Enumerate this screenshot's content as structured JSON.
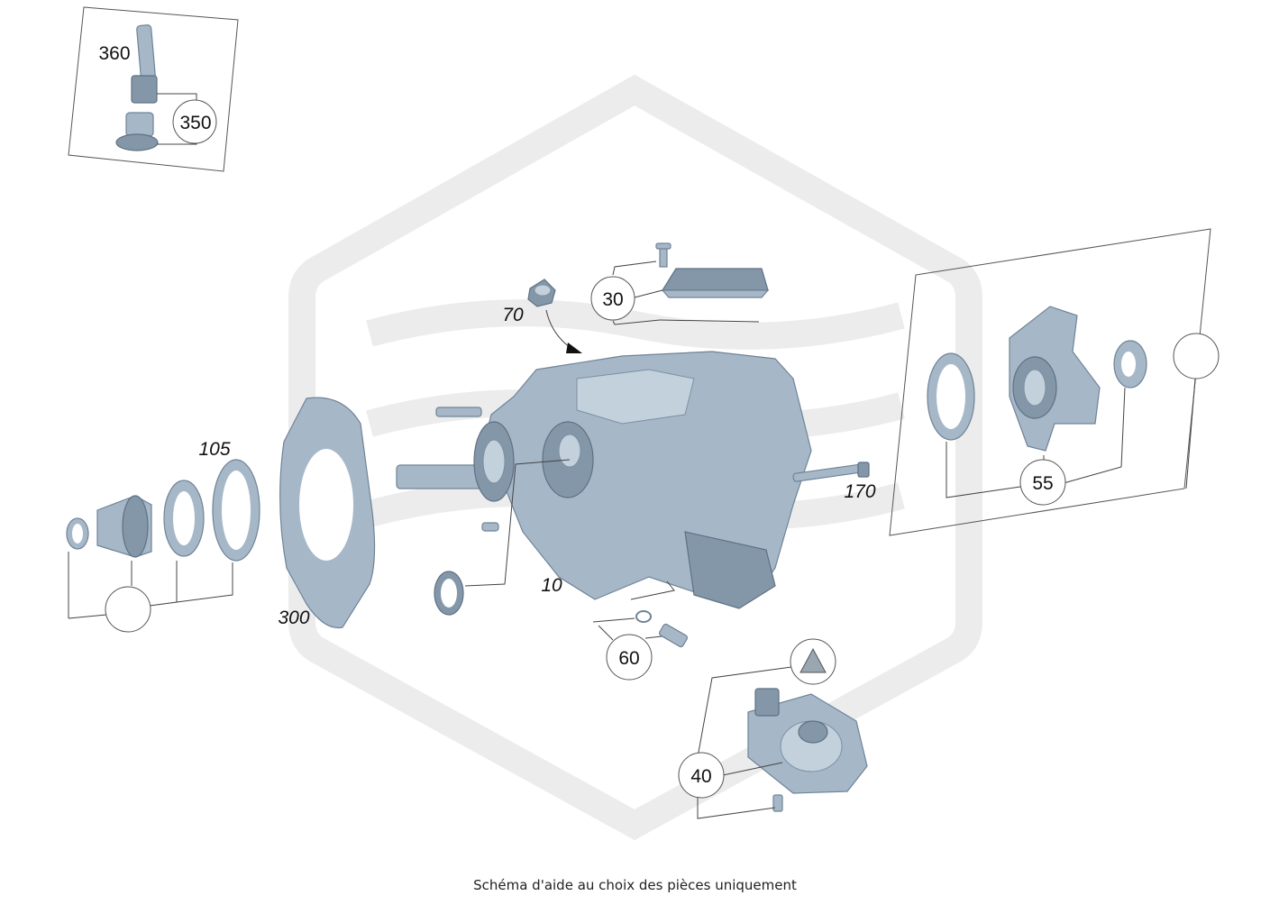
{
  "labels": {
    "p360": "360",
    "p350": "350",
    "p70": "70",
    "p30": "30",
    "p105": "105",
    "p300": "300",
    "p10": "10",
    "p170": "170",
    "p55": "55",
    "p60": "60",
    "p40": "40"
  },
  "footer": "Schéma d'aide au choix des pièces uniquement",
  "colors": {
    "part": "#a6b8c8",
    "watermark": "#ececec"
  }
}
